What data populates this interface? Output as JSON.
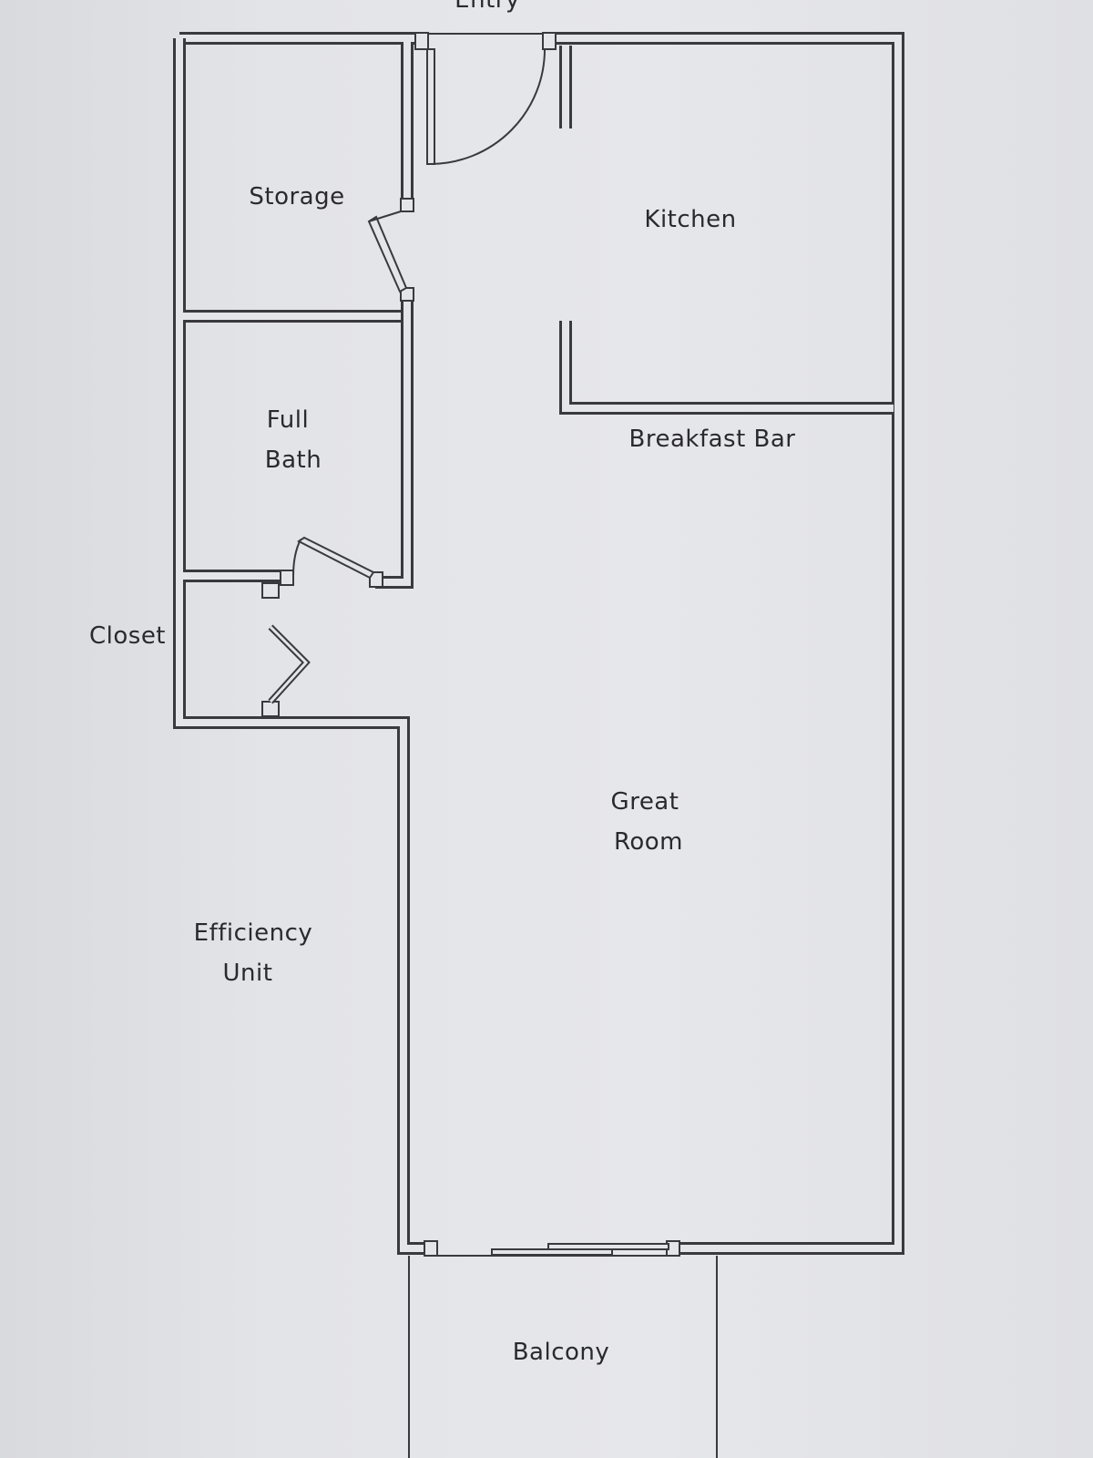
{
  "labels": {
    "entry": "Entry",
    "storage": "Storage",
    "kitchen": "Kitchen",
    "full_bath_line1": "Full",
    "full_bath_line2": "Bath",
    "breakfast_bar": "Breakfast Bar",
    "closet": "Closet",
    "great_room_line1": "Great",
    "great_room_line2": "Room",
    "efficiency_unit_line1": "Efficiency",
    "efficiency_unit_line2": "Unit",
    "balcony": "Balcony"
  },
  "colors": {
    "wall": "#3a3a3e",
    "paper": "#e4e5e9",
    "text": "#2a2a2e"
  }
}
